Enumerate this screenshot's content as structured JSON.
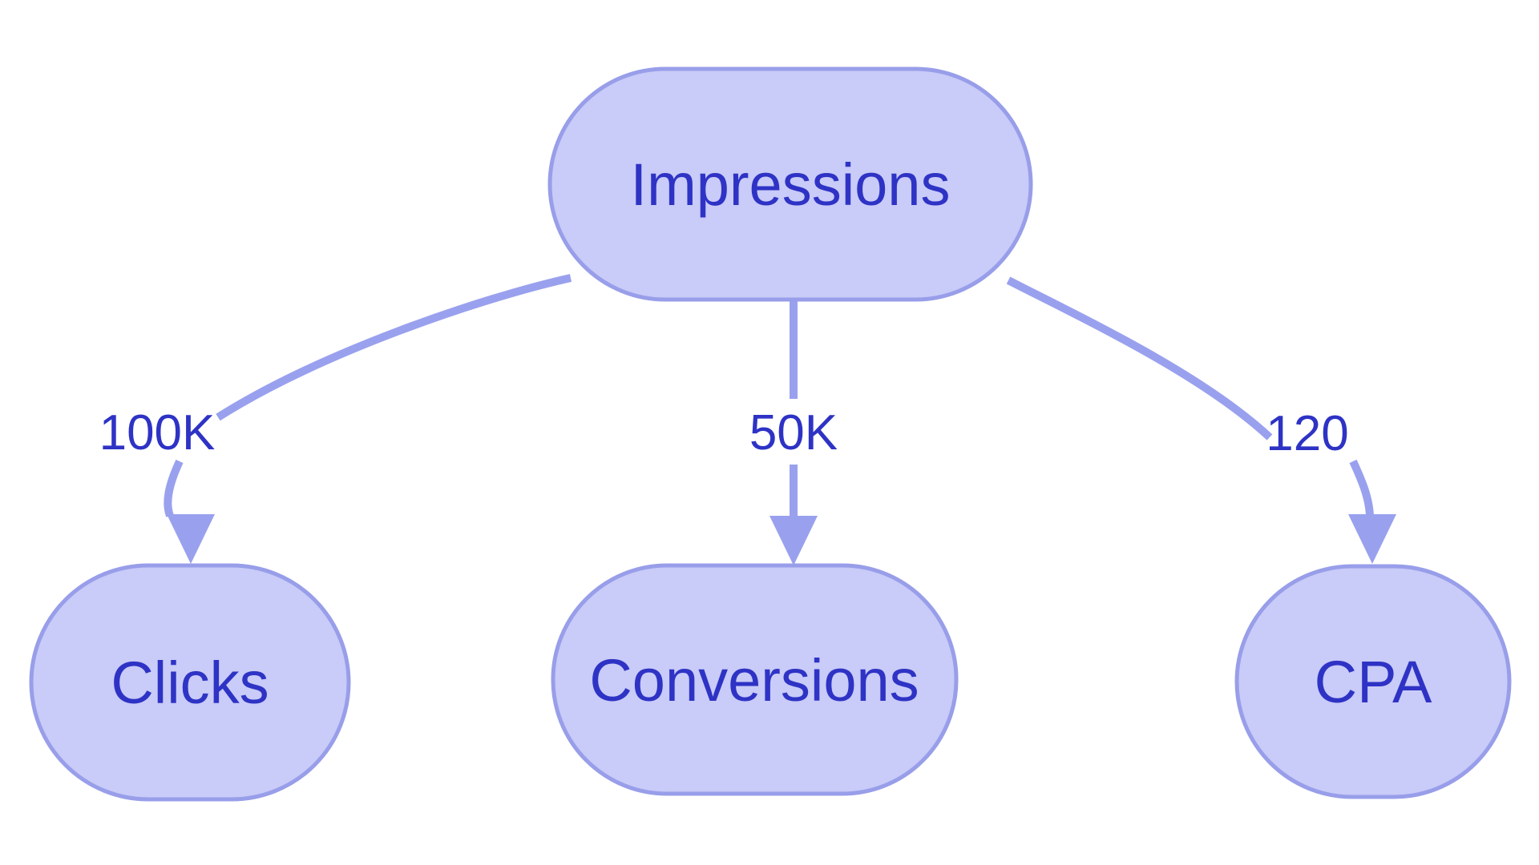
{
  "diagram": {
    "type": "flowchart-top-down",
    "colors": {
      "canvas_bg": "#ffffff",
      "node_fill": "#c9cbf8",
      "node_border": "#989ee9",
      "node_text": "#2e33c5",
      "edge_color": "#99a1ee",
      "edge_text": "#2e33c5"
    },
    "nodes": [
      {
        "id": "impressions",
        "label": "Impressions",
        "shape": "stadium"
      },
      {
        "id": "clicks",
        "label": "Clicks",
        "shape": "stadium"
      },
      {
        "id": "conversions",
        "label": "Conversions",
        "shape": "stadium"
      },
      {
        "id": "cpa",
        "label": "CPA",
        "shape": "stadium"
      }
    ],
    "edges": [
      {
        "from": "impressions",
        "to": "clicks",
        "label": "100K"
      },
      {
        "from": "impressions",
        "to": "conversions",
        "label": "50K"
      },
      {
        "from": "impressions",
        "to": "cpa",
        "label": "120"
      }
    ]
  }
}
